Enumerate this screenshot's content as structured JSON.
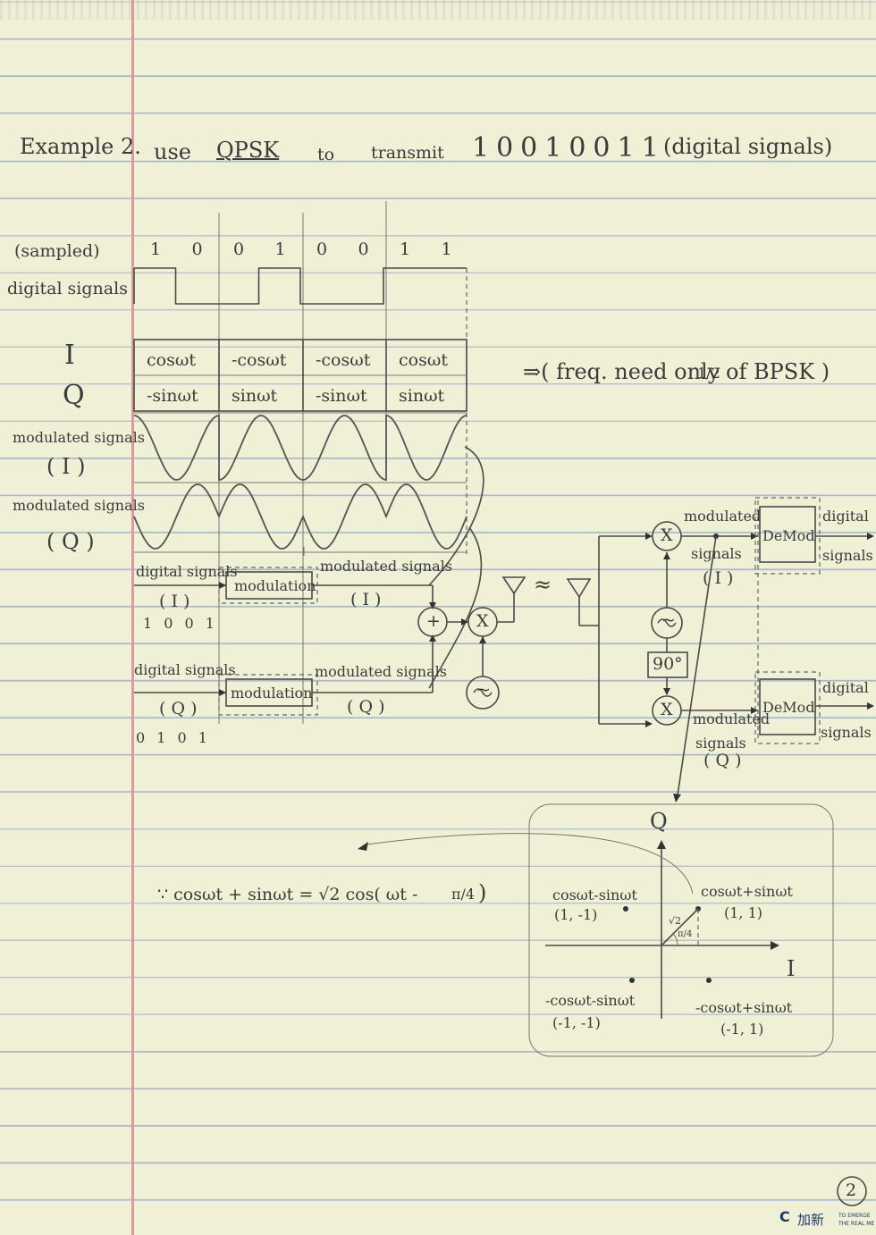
{
  "heading": {
    "example": "Example 2.",
    "use": "use",
    "method": "QPSK",
    "to": "to",
    "transmit": "transmit",
    "bits": "10010011",
    "note": "(digital signals)"
  },
  "row_labels": {
    "sampled": "(sampled)",
    "digital_signals": "digital signals",
    "I": "I",
    "Q": "Q",
    "modulated_I": "modulated signals",
    "I_paren": "( I )",
    "modulated_Q": "modulated signals",
    "Q_paren": "( Q )"
  },
  "bit_sequence": [
    "1",
    "0",
    "0",
    "1",
    "0",
    "0",
    "1",
    "1"
  ],
  "waveform_levels": [
    1,
    0,
    0,
    1,
    0,
    0,
    1,
    1
  ],
  "symbols": [
    {
      "i": "cosωt",
      "q": "-sinωt"
    },
    {
      "i": "-cosωt",
      "q": "sinωt"
    },
    {
      "i": "-cosωt",
      "q": "-sinωt"
    },
    {
      "i": "cosωt",
      "q": "sinωt"
    }
  ],
  "freq_note": "⇒( freq. need only",
  "freq_half": "1/2",
  "freq_tail": "of BPSK )",
  "transmitter": {
    "input_I": "digital signals",
    "input_I_sub": "( I )",
    "bits_I": "1 0 0 1",
    "mod_I": "modulation",
    "out_I": "modulated signals",
    "out_I_sub": "( I )",
    "input_Q": "digital signals",
    "input_Q_sub": "( Q )",
    "bits_Q": "0 1 0 1",
    "mod_Q": "modulation",
    "out_Q": "modulated signals",
    "out_Q_sub": "( Q )",
    "adder": "+",
    "mixer": "X",
    "oscillator": "~",
    "approx": "≈"
  },
  "receiver": {
    "mixer_top": "X",
    "mixer_bottom": "X",
    "oscillator": "~",
    "phase_shift": "90°",
    "mod_I_1": "modulated",
    "mod_I_2": "signals",
    "mod_I_3": "( I )",
    "mod_Q_1": "modulated",
    "mod_Q_2": "signals",
    "mod_Q_3": "( Q )",
    "demod_top": "DeMod",
    "demod_bottom": "DeMod",
    "out_I_1": "digital",
    "out_I_2": "signals",
    "out_Q_1": "digital",
    "out_Q_2": "signals"
  },
  "identity": {
    "text": "∵ cosωt + sinωt = √2 cos( ωt -",
    "pi4": "π/4",
    "close": ")"
  },
  "constellation": {
    "axis_q": "Q",
    "axis_i": "I",
    "points": [
      {
        "label": "cosωt-sinωt",
        "coord": "(1, -1)"
      },
      {
        "label": "cosωt+sinωt",
        "coord": "(1, 1)"
      },
      {
        "label": "-cosωt-sinωt",
        "coord": "(-1, -1)"
      },
      {
        "label": "-cosωt+sinωt",
        "coord": "(-1, 1)"
      }
    ],
    "radius": "√2",
    "angle": "π/4"
  },
  "page_number": "2",
  "brand": {
    "name": "加新",
    "slogan_1": "TO EMERGE",
    "slogan_2": "THE REAL ME",
    "mark": "C"
  }
}
